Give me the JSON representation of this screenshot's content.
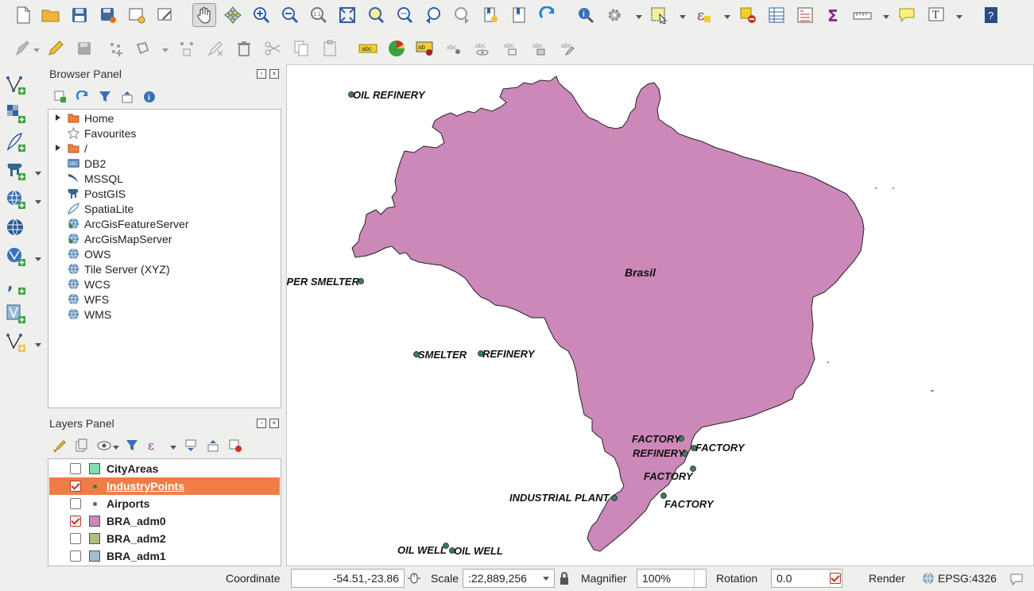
{
  "browser_panel": {
    "title": "Browser Panel",
    "items": [
      {
        "label": "Home",
        "icon": "folder-home-icon",
        "expandable": true
      },
      {
        "label": "Favourites",
        "icon": "star-icon",
        "expandable": false
      },
      {
        "label": "/",
        "icon": "folder-root-icon",
        "expandable": true
      },
      {
        "label": "DB2",
        "icon": "db2-icon",
        "expandable": false
      },
      {
        "label": "MSSQL",
        "icon": "mssql-icon",
        "expandable": false
      },
      {
        "label": "PostGIS",
        "icon": "postgis-elephant-icon",
        "expandable": false
      },
      {
        "label": "SpatiaLite",
        "icon": "spatialite-feather-icon",
        "expandable": false
      },
      {
        "label": "ArcGisFeatureServer",
        "icon": "arcgis-globe-icon",
        "expandable": false
      },
      {
        "label": "ArcGisMapServer",
        "icon": "arcgis-globe-icon",
        "expandable": false
      },
      {
        "label": "OWS",
        "icon": "ows-globe-icon",
        "expandable": false
      },
      {
        "label": "Tile Server (XYZ)",
        "icon": "xyz-globe-icon",
        "expandable": false
      },
      {
        "label": "WCS",
        "icon": "wcs-globe-icon",
        "expandable": false
      },
      {
        "label": "WFS",
        "icon": "wfs-globe-icon",
        "expandable": false
      },
      {
        "label": "WMS",
        "icon": "wms-globe-icon",
        "expandable": false
      }
    ]
  },
  "layers_panel": {
    "title": "Layers Panel",
    "layers": [
      {
        "name": "CityAreas",
        "checked": false,
        "symbol": "polygon",
        "color": "#7fe0b0",
        "selected": false
      },
      {
        "name": "IndustryPoints",
        "checked": true,
        "symbol": "point",
        "color": "#3a7d3a",
        "selected": true
      },
      {
        "name": "Airports",
        "checked": false,
        "symbol": "point",
        "color": "#3a7d3a",
        "selected": false
      },
      {
        "name": "BRA_adm0",
        "checked": true,
        "symbol": "polygon",
        "color": "#cc88b8",
        "selected": false
      },
      {
        "name": "BRA_adm2",
        "checked": false,
        "symbol": "polygon",
        "color": "#a8c07a",
        "selected": false
      },
      {
        "name": "BRA_adm1",
        "checked": false,
        "symbol": "polygon",
        "color": "#9fbfcc",
        "selected": false
      }
    ]
  },
  "map": {
    "country_label": "Brasil",
    "country_fill": "#cc88b8",
    "point_color": "#3a7d5a",
    "points": [
      {
        "label": "OIL REFINERY"
      },
      {
        "label": "PPER SMELTER"
      },
      {
        "label": "SMELTER"
      },
      {
        "label": "REFINERY"
      },
      {
        "label": "FACTORY"
      },
      {
        "label": "FACTORY"
      },
      {
        "label": "REFINERY"
      },
      {
        "label": "FACTORY"
      },
      {
        "label": "INDUSTRIAL PLANT"
      },
      {
        "label": "FACTORY"
      },
      {
        "label": "OIL WELL"
      },
      {
        "label": "OIL WELL"
      }
    ]
  },
  "status_bar": {
    "coordinate_label": "Coordinate",
    "coordinate_value": "-54.51,-23.86",
    "scale_label": "Scale",
    "scale_value": ":22,889,256",
    "magnifier_label": "Magnifier",
    "magnifier_value": "100%",
    "rotation_label": "Rotation",
    "rotation_value": "0.0",
    "render_label": "Render",
    "render_checked": true,
    "crs_label": "EPSG:4326"
  }
}
